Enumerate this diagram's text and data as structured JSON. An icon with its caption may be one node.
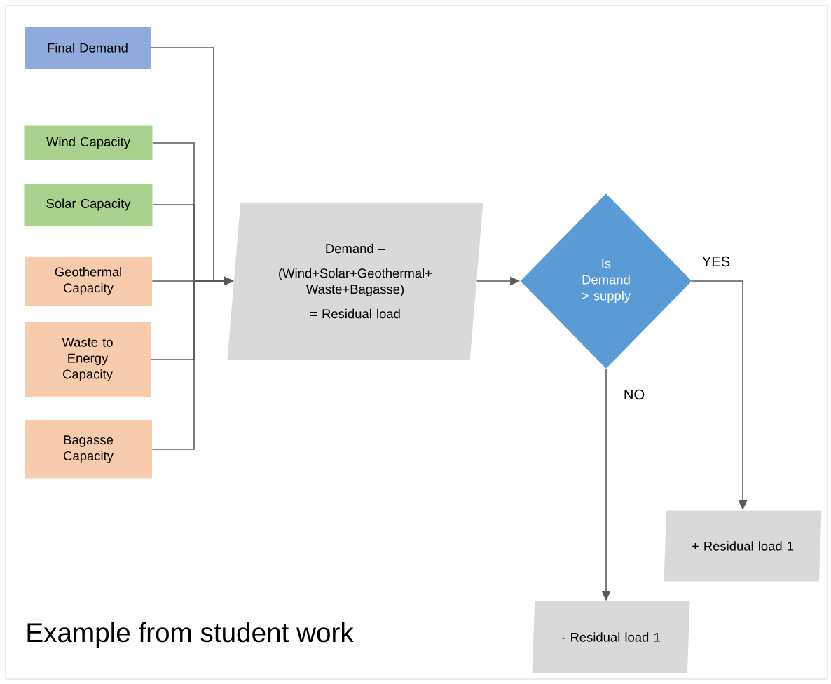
{
  "diagram": {
    "caption": "Example from student work",
    "nodes": [
      {
        "text": [
          "Final Demand"
        ]
      },
      {
        "text": [
          "Wind Capacity"
        ]
      },
      {
        "text": [
          "Solar Capacity"
        ]
      },
      {
        "text": [
          "Geothermal Capacity"
        ]
      },
      {
        "text": [
          "Waste to Energy Capacity"
        ]
      },
      {
        "text": [
          "Bagasse Capacity"
        ]
      },
      {
        "text": [
          "Demand –",
          "(Wind+Solar+Geothermal+Waste+Bagasse)",
          "= Residual load"
        ]
      },
      {
        "text": [
          "Is Demand > supply"
        ]
      },
      {
        "text": [
          "+ Residual load 1"
        ]
      },
      {
        "text": [
          "- Residual load 1"
        ]
      }
    ],
    "edges": [
      {
        "from": 0,
        "to": 6,
        "arrow": "to"
      },
      {
        "from": 1,
        "to": 6,
        "arrow": "to"
      },
      {
        "from": 2,
        "to": 6,
        "arrow": "to"
      },
      {
        "from": 3,
        "to": 6,
        "arrow": "to"
      },
      {
        "from": 4,
        "to": 6,
        "arrow": "to"
      },
      {
        "from": 5,
        "to": 6,
        "arrow": "to"
      },
      {
        "from": 6,
        "to": 7,
        "arrow": "to"
      },
      {
        "from": 7,
        "to": 8,
        "arrow": "to",
        "label": "YES"
      },
      {
        "from": 7,
        "to": 9,
        "arrow": "to",
        "label": "NO"
      }
    ]
  }
}
